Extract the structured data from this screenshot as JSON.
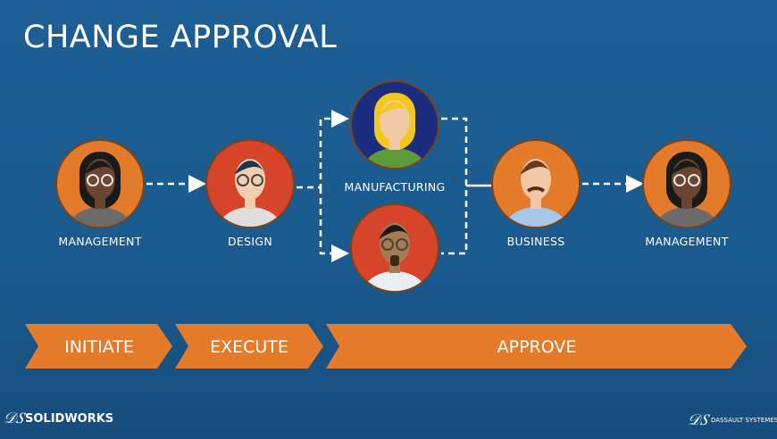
{
  "title": "CHANGE APPROVAL",
  "roles": [
    {
      "label": "MANAGEMENT",
      "color": "#e37b2b"
    },
    {
      "label": "DESIGN",
      "color": "#d6442a"
    },
    {
      "label": "MANUFACTURING",
      "color": "#1c2c7e"
    },
    {
      "label": "",
      "color": "#d6442a"
    },
    {
      "label": "BUSINESS",
      "color": "#e37b2b"
    },
    {
      "label": "MANAGEMENT",
      "color": "#e37b2b"
    }
  ],
  "stages": [
    "INITIATE",
    "EXECUTE",
    "APPROVE"
  ],
  "stage_color": "#e37b2b",
  "footer": {
    "left_logo": "SOLIDWORKS",
    "right_logo": "DASSAULT SYSTEMES"
  }
}
